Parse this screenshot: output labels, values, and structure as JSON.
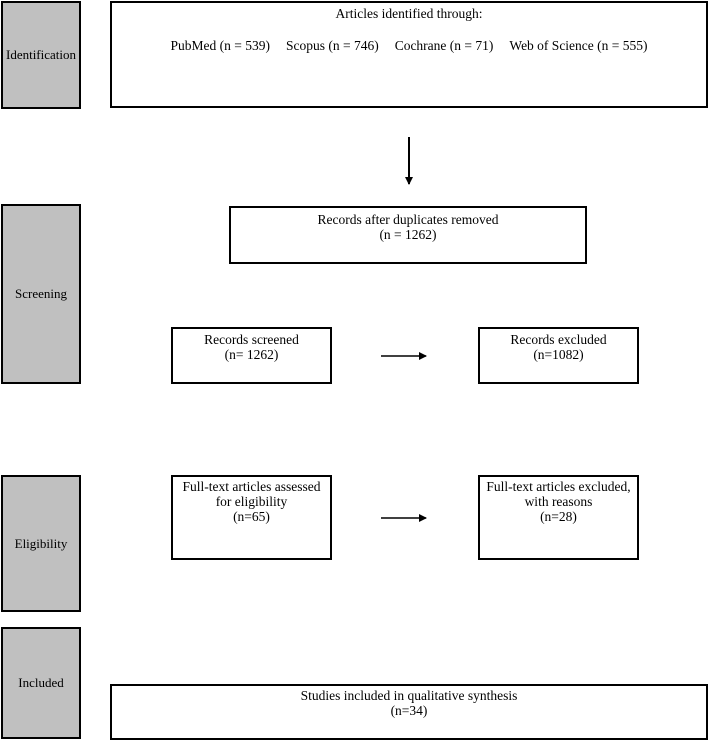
{
  "stages": {
    "identification": "Identification",
    "screening": "Screening",
    "eligibility": "Eligibility",
    "included": "Included"
  },
  "identified": {
    "title": "Articles identified through:",
    "sources": [
      "PubMed (n = 539)",
      "Scopus (n = 746)",
      "Cochrane (n = 71)",
      "Web of Science (n = 555)"
    ]
  },
  "duplicates_removed": {
    "line1": "Records after duplicates removed",
    "line2": "(n = 1262)"
  },
  "screened": {
    "line1": "Records screened",
    "line2": "(n= 1262)"
  },
  "excluded": {
    "line1": "Records excluded",
    "line2": "(n=1082)"
  },
  "fulltext_assessed": {
    "line1": "Full-text articles assessed",
    "line2": "for eligibility",
    "line3": "(n=65)"
  },
  "fulltext_excluded": {
    "line1": "Full-text articles excluded,",
    "line2": "with reasons",
    "line3": "(n=28)"
  },
  "included_studies": {
    "line1": "Studies included in qualitative synthesis",
    "line2": "(n=34)"
  }
}
